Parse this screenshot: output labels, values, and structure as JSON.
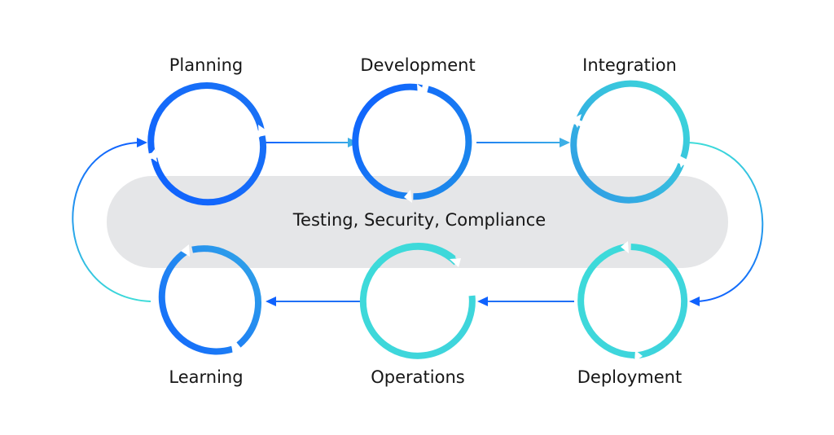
{
  "stages": [
    {
      "id": "planning",
      "label": "Planning"
    },
    {
      "id": "development",
      "label": "Development"
    },
    {
      "id": "integration",
      "label": "Integration"
    },
    {
      "id": "deployment",
      "label": "Deployment"
    },
    {
      "id": "operations",
      "label": "Operations"
    },
    {
      "id": "learning",
      "label": "Learning"
    }
  ],
  "band": {
    "label": "Testing, Security, Compliance"
  },
  "colors": {
    "blue": "#0f62fe",
    "mid_blue": "#1192e8",
    "teal": "#3ddbd9",
    "band_fill": "#e5e6e8",
    "text": "#161616"
  }
}
